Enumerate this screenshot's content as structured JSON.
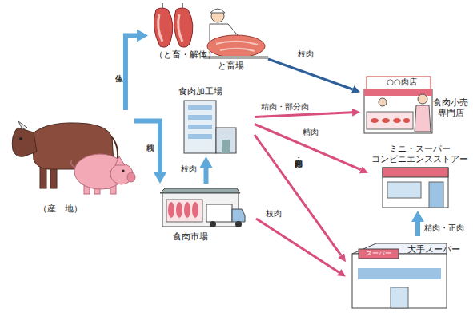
{
  "diagram": {
    "nodes": [
      {
        "text": [
          "（産　地）"
        ]
      },
      {
        "text": [
          "（と畜・解体）",
          "と畜場"
        ]
      },
      {
        "text": [
          "食肉加工場"
        ]
      },
      {
        "text": [
          "食肉市場"
        ]
      },
      {
        "text": [
          "○○肉店",
          "食肉小売専門店"
        ]
      },
      {
        "text": [
          "ミニ・スーパー コンビニエンスストアー"
        ]
      },
      {
        "text": [
          "スーパー",
          "大手スーパー"
        ]
      }
    ],
    "edges": [
      {
        "from": 0,
        "to": 1,
        "label": "生体",
        "arrow": "to"
      },
      {
        "from": 0,
        "to": 3,
        "label": "枝肉",
        "arrow": "to"
      },
      {
        "from": 1,
        "to": 4,
        "label": "枝肉",
        "arrow": "to"
      },
      {
        "from": 3,
        "to": 2,
        "label": "枝肉",
        "arrow": "to"
      },
      {
        "from": 2,
        "to": 4,
        "label": "精肉・部分肉",
        "arrow": "to"
      },
      {
        "from": 2,
        "to": 5,
        "label": "精肉",
        "arrow": "to"
      },
      {
        "from": 2,
        "to": 6,
        "label": "精肉・部分肉",
        "arrow": "to"
      },
      {
        "from": 3,
        "to": 6,
        "label": "枝肉",
        "arrow": "to"
      },
      {
        "from": 6,
        "to": 5,
        "label": "精肉・正肉",
        "arrow": "to"
      }
    ]
  }
}
